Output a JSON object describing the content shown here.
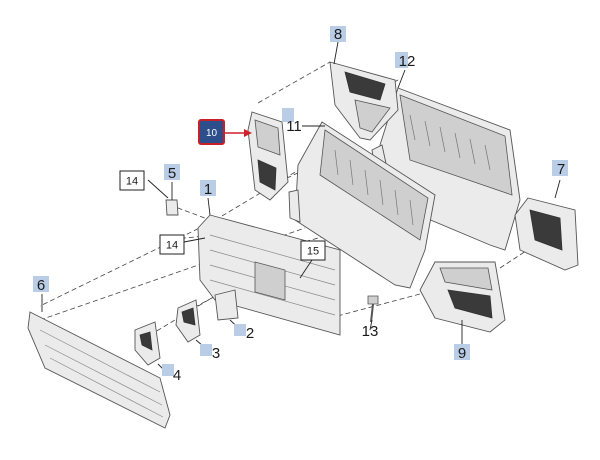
{
  "colors": {
    "tag_fill": "#b9cde6",
    "highlight_fill": "#2c4f8c",
    "highlight_border": "#c8202a",
    "arrow": "#d0202a",
    "part_fill": "#ebebeb",
    "part_stroke": "#555555"
  },
  "callouts": [
    {
      "id": "c8",
      "text": "8",
      "style": "tag"
    },
    {
      "id": "c12",
      "text": "12",
      "style": "tag"
    },
    {
      "id": "c10",
      "text": "10",
      "style": "highlight"
    },
    {
      "id": "c11",
      "text": "11",
      "style": "tag"
    },
    {
      "id": "c7",
      "text": "7",
      "style": "tag"
    },
    {
      "id": "c5",
      "text": "5",
      "style": "tag"
    },
    {
      "id": "c14a",
      "text": "14",
      "style": "box"
    },
    {
      "id": "c1",
      "text": "1",
      "style": "tag"
    },
    {
      "id": "c14b",
      "text": "14",
      "style": "box"
    },
    {
      "id": "c15",
      "text": "15",
      "style": "box"
    },
    {
      "id": "c6",
      "text": "6",
      "style": "tag"
    },
    {
      "id": "c2",
      "text": "2",
      "style": "tag"
    },
    {
      "id": "c3",
      "text": "3",
      "style": "tag"
    },
    {
      "id": "c4",
      "text": "4",
      "style": "tag"
    },
    {
      "id": "c13",
      "text": "13",
      "style": "tag"
    },
    {
      "id": "c9",
      "text": "9",
      "style": "tag"
    }
  ]
}
